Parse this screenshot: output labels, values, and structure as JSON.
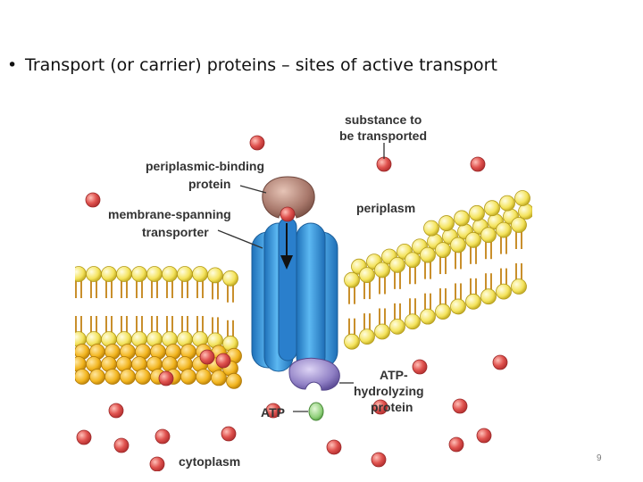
{
  "slide": {
    "bullet_text": "Transport (or carrier) proteins – sites of active transport",
    "page_number": "9"
  },
  "diagram": {
    "labels": {
      "substance_line1": "substance to",
      "substance_line2": "be transported",
      "pbp_line1": "periplasmic-binding",
      "pbp_line2": "protein",
      "periplasm": "periplasm",
      "mst_line1": "membrane-spanning",
      "mst_line2": "transporter",
      "atp_hydro_line1": "ATP-",
      "atp_hydro_line2": "hydrolyzing",
      "atp_hydro_line3": "protein",
      "atp": "ATP",
      "cytoplasm": "cytoplasm"
    },
    "colors": {
      "lipid_head_upper": "#f5e35a",
      "lipid_head_lower": "#f2b51f",
      "molecule": "#d94b4b",
      "transporter": "#3c9be0",
      "binding_protein": "#a7776a",
      "atpase": "#8f7fc4",
      "atp": "#8fcf7a"
    }
  }
}
